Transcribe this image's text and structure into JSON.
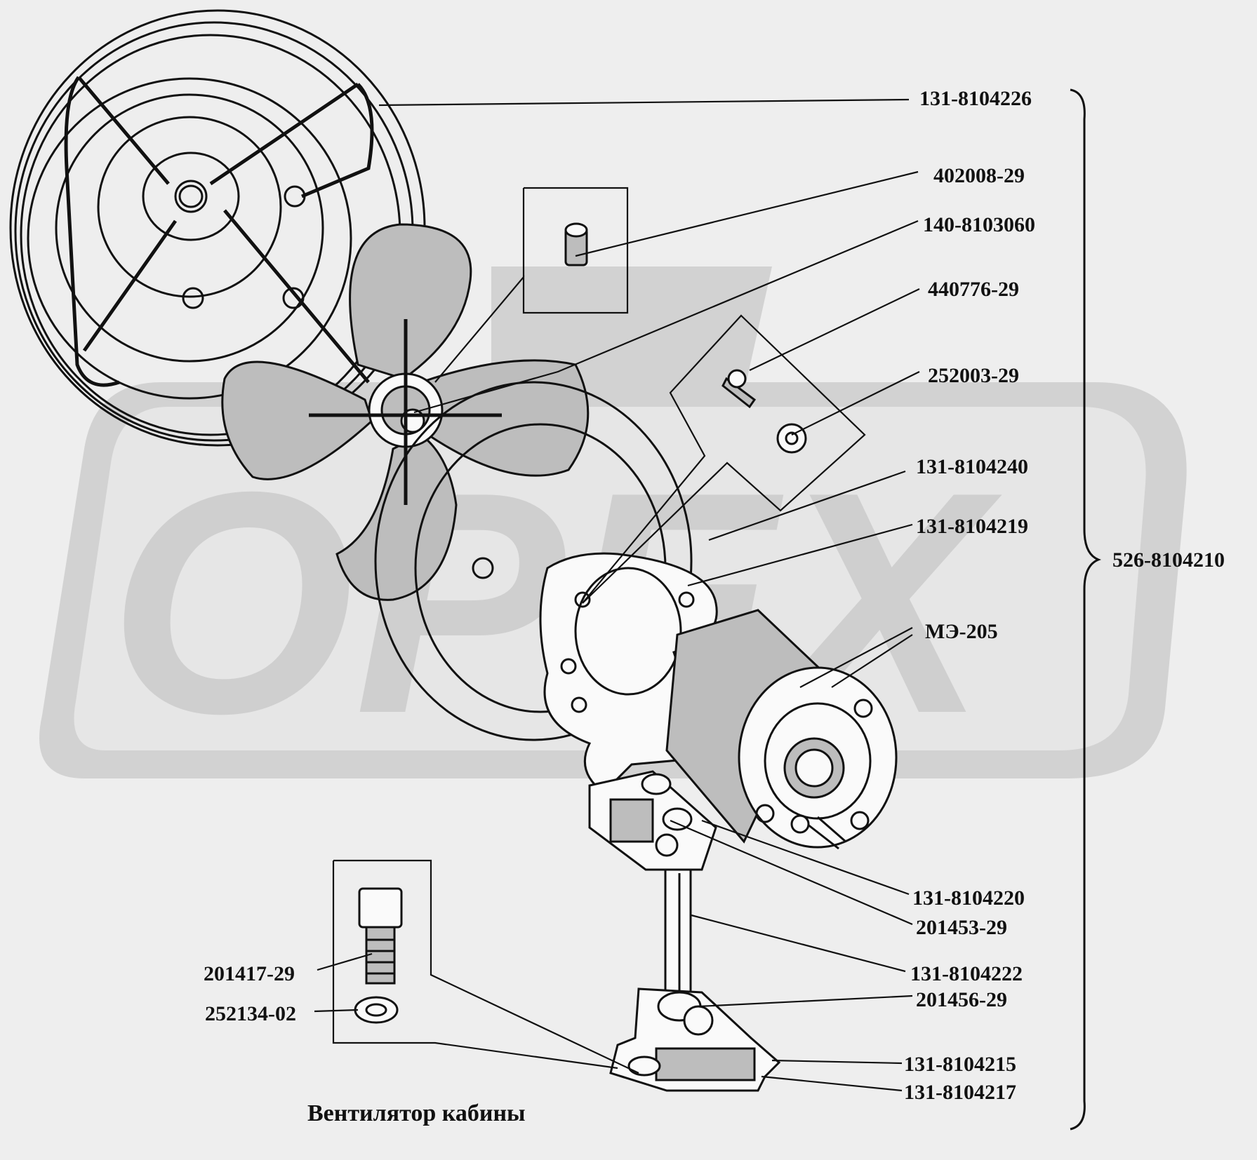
{
  "title": "Вентилятор кабины",
  "watermark": "ОРЕХ",
  "assembly_number": "526-8104210",
  "parts": [
    {
      "id": "131-8104226"
    },
    {
      "id": "402008-29"
    },
    {
      "id": "140-8103060"
    },
    {
      "id": "440776-29"
    },
    {
      "id": "252003-29"
    },
    {
      "id": "131-8104240"
    },
    {
      "id": "131-8104219"
    },
    {
      "id": "МЭ-205"
    },
    {
      "id": "131-8104220"
    },
    {
      "id": "201453-29"
    },
    {
      "id": "131-8104222"
    },
    {
      "id": "201456-29"
    },
    {
      "id": "131-8104215"
    },
    {
      "id": "131-8104217"
    },
    {
      "id": "201417-29"
    },
    {
      "id": "252134-02"
    }
  ]
}
